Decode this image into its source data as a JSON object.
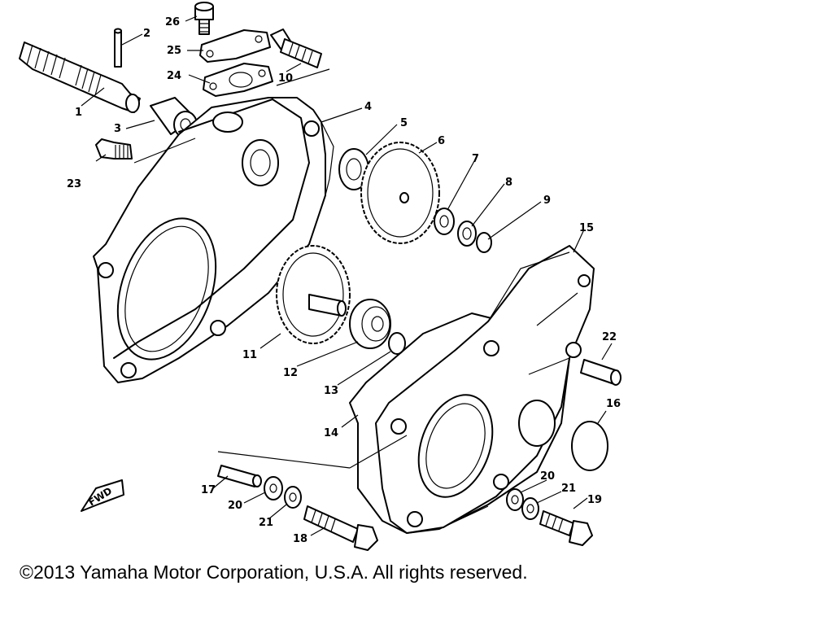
{
  "callouts": {
    "c1": "1",
    "c2": "2",
    "c3": "3",
    "c4": "4",
    "c5": "5",
    "c6": "6",
    "c7": "7",
    "c8": "8",
    "c9": "9",
    "c10": "10",
    "c11": "11",
    "c12": "12",
    "c13": "13",
    "c14": "14",
    "c15": "15",
    "c16": "16",
    "c17": "17",
    "c18": "18",
    "c19": "19",
    "c20a": "20",
    "c20b": "20",
    "c21a": "21",
    "c21b": "21",
    "c22": "22",
    "c23": "23",
    "c24": "24",
    "c25": "25",
    "c26": "26"
  },
  "direction_label": "FWD",
  "copyright": "©2013 Yamaha Motor Corporation, U.S.A. All rights reserved."
}
